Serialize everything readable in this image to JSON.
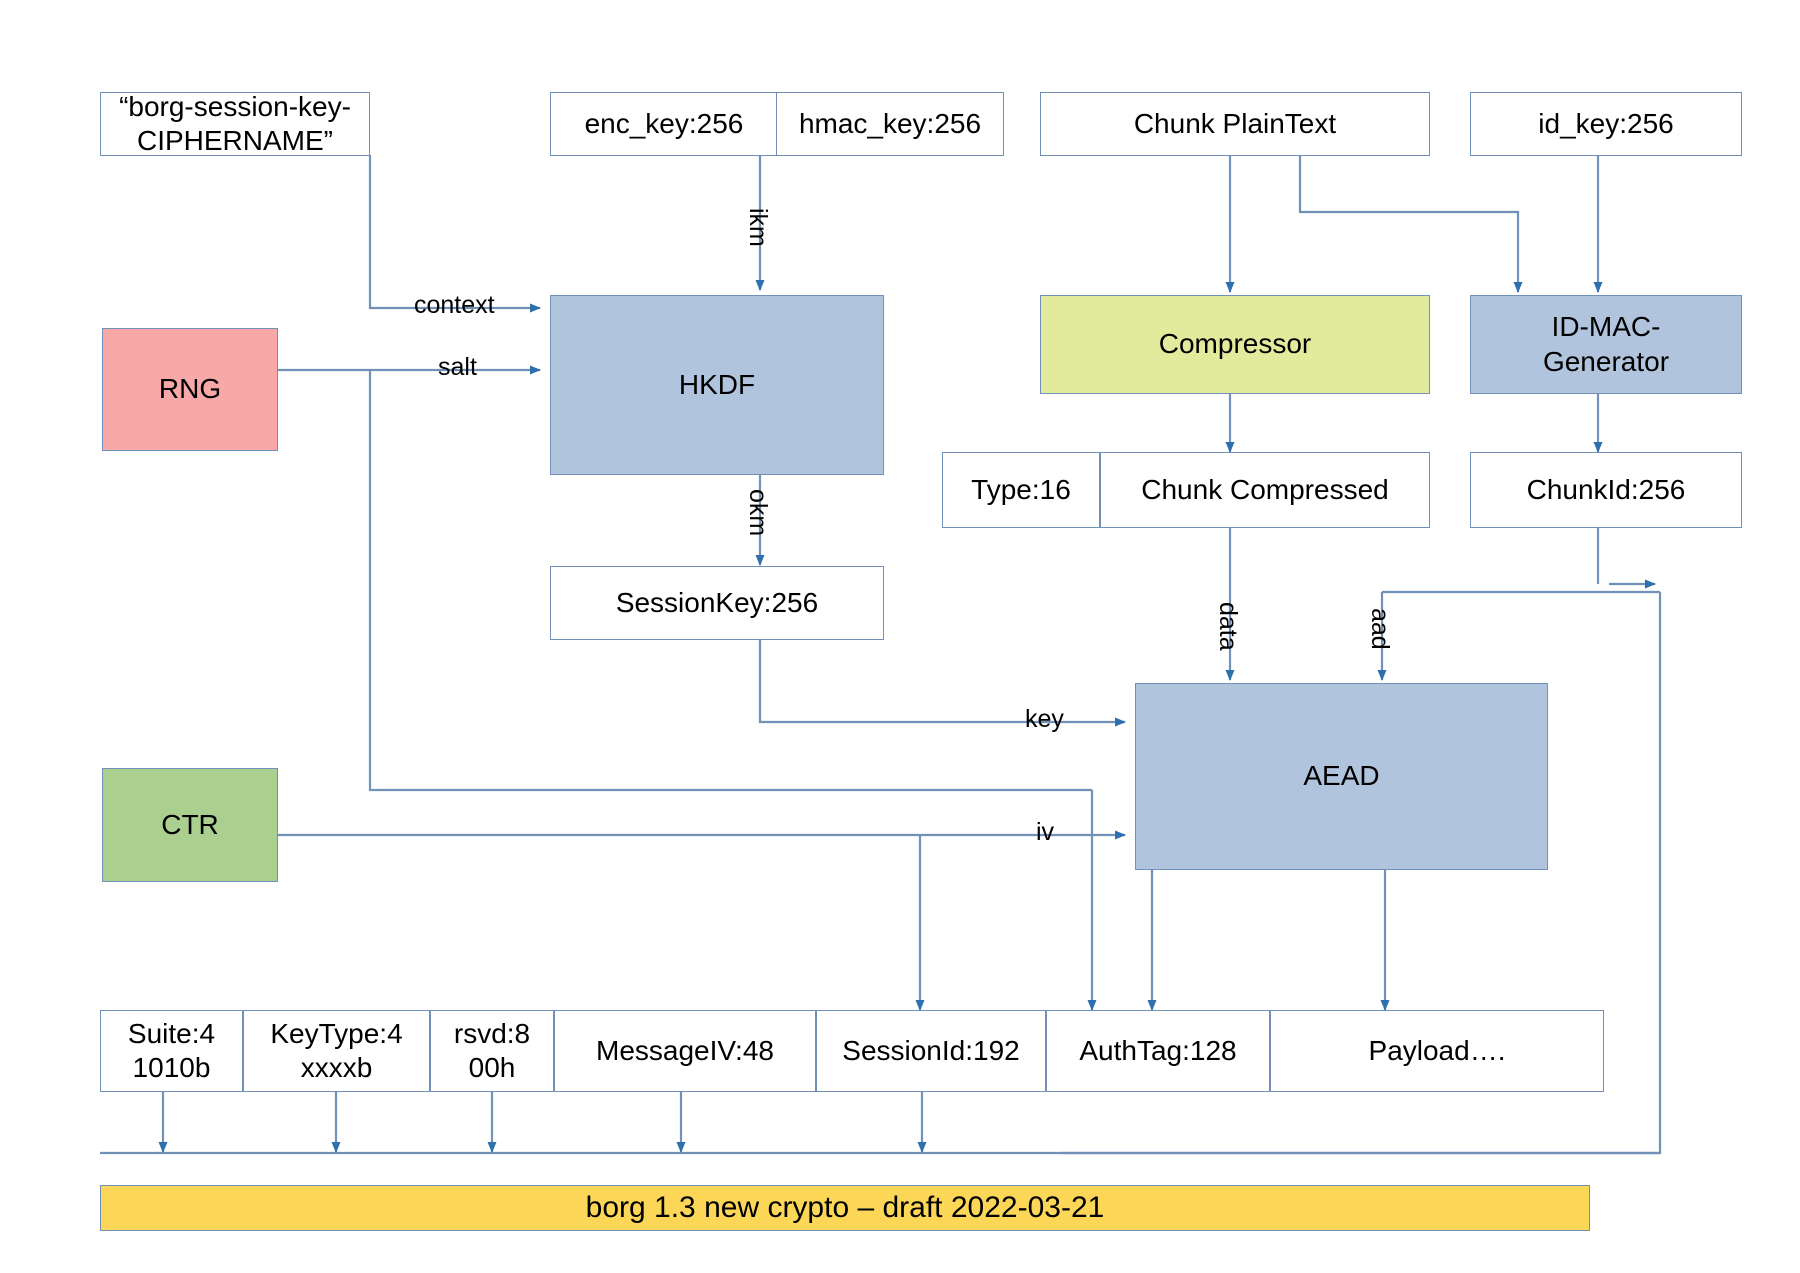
{
  "diagram": {
    "title": "borg 1.3 new crypto – draft 2022-03-21",
    "colors": {
      "process": "#b1c4de",
      "rng": "#f9a8a8",
      "ctr": "#aacf8f",
      "compressor": "#e2eb9c",
      "footer": "#fcd757",
      "stroke": "#7191b8",
      "arrow": "#2e6fad"
    }
  },
  "nodes": {
    "context_string": "“borg-session-key-\nCIPHERNAME”",
    "enc_key": "enc_key:256",
    "hmac_key": "hmac_key:256",
    "chunk_plaintext": "Chunk PlainText",
    "id_key": "id_key:256",
    "rng": "RNG",
    "hkdf": "HKDF",
    "compressor": "Compressor",
    "id_mac_generator": "ID-MAC-\nGenerator",
    "type16": "Type:16",
    "chunk_compressed": "Chunk Compressed",
    "chunk_id": "ChunkId:256",
    "session_key": "SessionKey:256",
    "ctr": "CTR",
    "aead": "AEAD",
    "footer": "borg 1.3 new crypto – draft 2022-03-21"
  },
  "message_fields": [
    {
      "label": "Suite:4\n1010b"
    },
    {
      "label": "KeyType:4\nxxxxb"
    },
    {
      "label": "rsvd:8\n00h"
    },
    {
      "label": "MessageIV:48"
    },
    {
      "label": "SessionId:192"
    },
    {
      "label": "AuthTag:128"
    },
    {
      "label": "Payload…."
    }
  ],
  "edge_labels": {
    "ikm": "ikm",
    "context": "context",
    "salt": "salt",
    "okm": "okm",
    "data": "data",
    "aad": "aad",
    "key": "key",
    "iv": "iv"
  }
}
